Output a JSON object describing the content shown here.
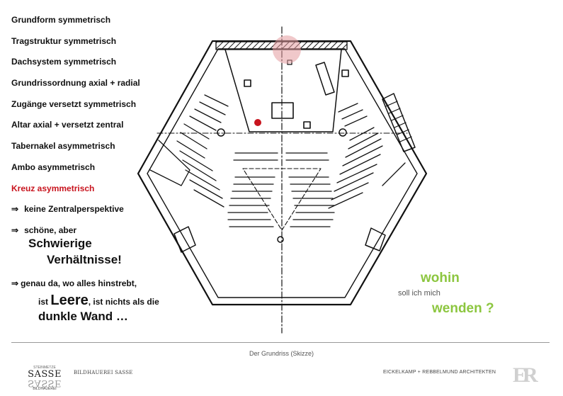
{
  "list": [
    {
      "text": "Grundform symmetrisch",
      "color": "#111111"
    },
    {
      "text": "Tragstruktur symmetrisch",
      "color": "#111111"
    },
    {
      "text": "Dachsystem symmetrisch",
      "color": "#111111"
    },
    {
      "text": "Grundrissordnung axial + radial",
      "color": "#111111"
    },
    {
      "text": "Zugänge versetzt symmetrisch",
      "color": "#111111"
    },
    {
      "text": "Altar axial + versetzt zentral",
      "color": "#111111"
    },
    {
      "text": "Tabernakel asymmetrisch",
      "color": "#111111"
    },
    {
      "text": "Ambo asymmetrisch",
      "color": "#111111"
    },
    {
      "text": "Kreuz asymmetrisch",
      "color": "#c8141e"
    }
  ],
  "arrow_symbol": "⇒",
  "bullet1": "keine Zentralperspektive",
  "bullet2": {
    "lead": "schöne, aber",
    "line2": "Schwierige",
    "line3": "Verhältnisse!"
  },
  "bullet3": {
    "lead": "genau da, wo alles hinstrebt,",
    "pre": "ist",
    "big": "Leere",
    "post": ", ist nichts als die",
    "line3": "dunkle Wand …"
  },
  "question": {
    "line1": "wohin",
    "line2": "soll ich mich",
    "line3": "wenden ?",
    "color": "#8cc63f"
  },
  "caption": "Der Grundriss (Skizze)",
  "footer": {
    "logo_top": "STEINMETZE",
    "logo_main": "SASSE",
    "logo_mirror": "SASSE",
    "logo_bottom": "BILDHAUEREI",
    "left_text": "BILDHAUEREI SASSE",
    "right_text": "EICKELKAMP + REBBELMUND ARCHITEKTEN",
    "monogram": "ER"
  }
}
